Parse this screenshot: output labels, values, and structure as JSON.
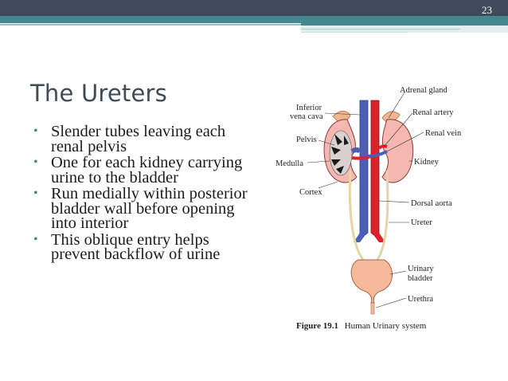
{
  "slide": {
    "page_number": "23",
    "title": "The Ureters",
    "bullets": [
      "Slender tubes  leaving each renal pelvis",
      "One for each kidney carrying urine to the bladder",
      "Run medially within posterior bladder wall before opening into interior",
      "This oblique entry helps prevent backflow of urine"
    ]
  },
  "figure": {
    "labels": {
      "adrenal_gland": "Adrenal gland",
      "inferior": "Inferior",
      "vena_cava": "vena cava",
      "renal_artery": "Renal artery",
      "renal_vein": "Renal vein",
      "pelvis": "Pelvis",
      "medulla": "Medulla",
      "kidney": "Kidney",
      "cortex": "Cortex",
      "dorsal_aorta": "Dorsal aorta",
      "ureter": "Ureter",
      "urinary": "Urinary",
      "bladder": "bladder",
      "urethra": "Urethra"
    },
    "caption_label": "Figure 19.1",
    "caption_text": "Human Urinary system",
    "colors": {
      "artery": "#d9232d",
      "vein": "#4b5fb5",
      "kidney": "#f4b8b0",
      "bladder": "#f6b99a"
    }
  }
}
